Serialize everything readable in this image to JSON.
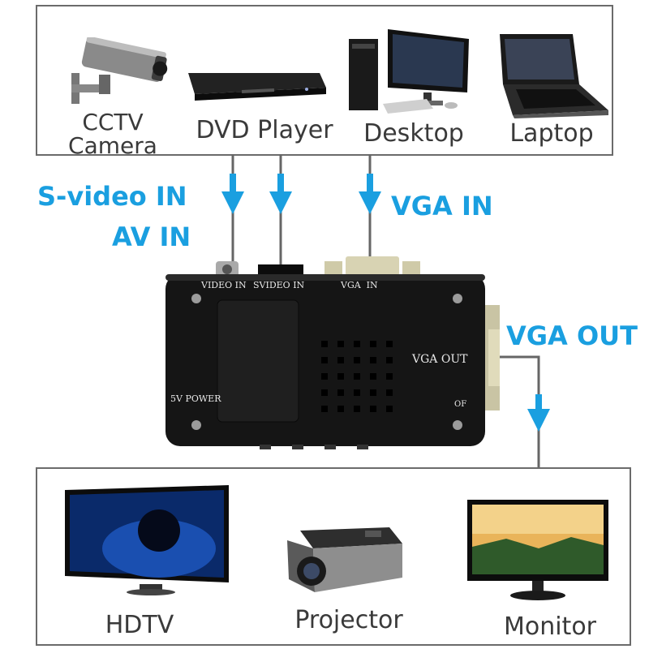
{
  "sources": {
    "cctv_camera": "CCTV\nCamera",
    "dvd_player": "DVD Player",
    "desktop": "Desktop",
    "laptop": "Laptop"
  },
  "inputs": {
    "s_video_in": "S-video IN",
    "av_in": "AV IN",
    "vga_in": "VGA IN"
  },
  "output": {
    "vga_out": "VGA OUT"
  },
  "device": {
    "video_in": "VIDEO IN",
    "svideo_in": "SVIDEO IN",
    "vga_in": "VGA  IN",
    "vga_out": "VGA OUT",
    "power": "5V POWER",
    "of": "OF"
  },
  "outputs": {
    "hdtv": "HDTV",
    "projector": "Projector",
    "monitor": "Monitor"
  },
  "colors": {
    "accent": "#1a9fe0",
    "frame": "#6b6b6b",
    "device_body": "#151515"
  }
}
